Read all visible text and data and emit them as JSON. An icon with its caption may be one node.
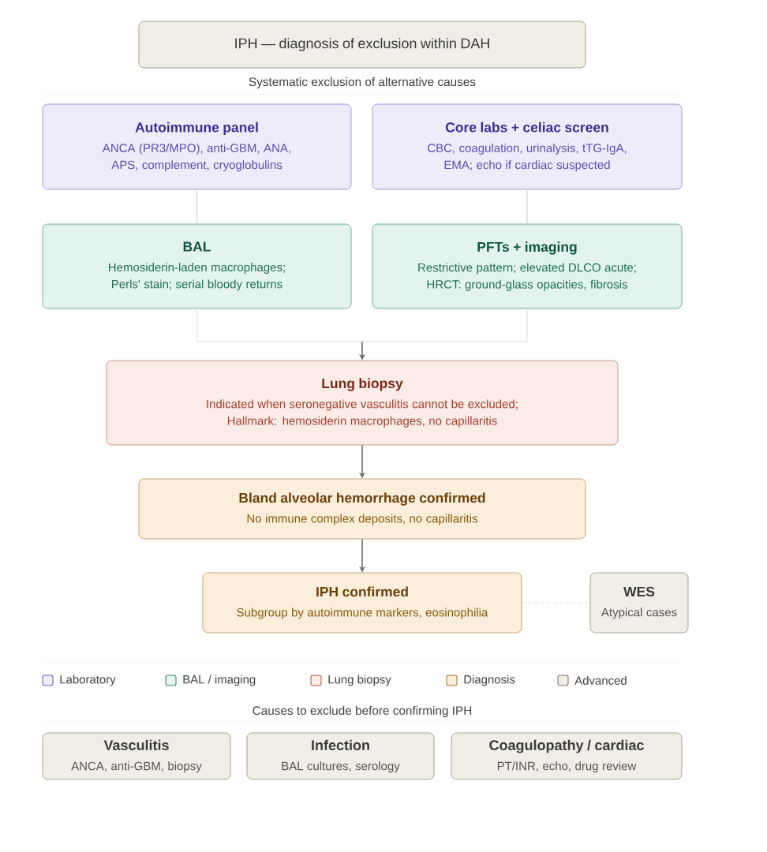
{
  "diagram": {
    "nodes": [
      {
        "text": [
          "IPH — diagnosis of exclusion within DAH"
        ]
      },
      {
        "text": [
          "Autoimmune panel",
          "ANCA (PR3/MPO), anti-GBM, ANA, APS, complement, cryoglobulins"
        ]
      },
      {
        "text": [
          "Core labs + celiac screen",
          "CBC, coagulation, urinalysis, tTG-IgA, EMA; echo if cardiac suspected"
        ]
      },
      {
        "text": [
          "BAL",
          "Hemosiderin-laden macrophages; Perls' stain; serial bloody returns"
        ]
      },
      {
        "text": [
          "PFTs + imaging",
          "Restrictive pattern; elevated DLCO acute; HRCT: ground-glass opacities, fibrosis"
        ]
      },
      {
        "text": [
          "Lung biopsy",
          "Indicated when seronegative vasculitis cannot be excluded; Hallmark: hemosiderin macrophages, no capillaritis"
        ]
      },
      {
        "text": [
          "Bland alveolar hemorrhage confirmed",
          "No immune complex deposits, no capillaritis"
        ]
      },
      {
        "text": [
          "IPH confirmed",
          "Subgroup by autoimmune markers, eosinophilia"
        ]
      },
      {
        "text": [
          "WES",
          "Atypical cases"
        ]
      },
      {
        "text": [
          "Vasculitis",
          "ANCA, anti-GBM, biopsy"
        ]
      },
      {
        "text": [
          "Infection",
          "BAL cultures, serology"
        ]
      },
      {
        "text": [
          "Coagulopathy / cardiac",
          "PT/INR, echo, drug review"
        ]
      }
    ],
    "edges": [
      {
        "from": 1,
        "to": 3,
        "arrow": "none"
      },
      {
        "from": 2,
        "to": 4,
        "arrow": "none"
      },
      {
        "from": 3,
        "to": 5,
        "arrow": "to"
      },
      {
        "from": 4,
        "to": 5,
        "arrow": "to"
      },
      {
        "from": 5,
        "to": 6,
        "arrow": "to",
        "color": "#6f6f6f"
      },
      {
        "from": 6,
        "to": 7,
        "arrow": "to",
        "color": "#6f6f6f"
      },
      {
        "from": 7,
        "to": 8,
        "arrow": "none",
        "style": "dashed"
      }
    ],
    "labels": [
      "Systematic exclusion of alternative causes",
      "Causes to exclude before confirming IPH"
    ],
    "legend": [
      {
        "text": "Laboratory",
        "color": "#eeecfb"
      },
      {
        "text": "BAL / imaging",
        "color": "#e3f4ee"
      },
      {
        "text": "Lung biopsy",
        "color": "#fbece8"
      },
      {
        "text": "Diagnosis",
        "color": "#fbeedb"
      },
      {
        "text": "Advanced",
        "color": "#f1eee8"
      }
    ]
  }
}
